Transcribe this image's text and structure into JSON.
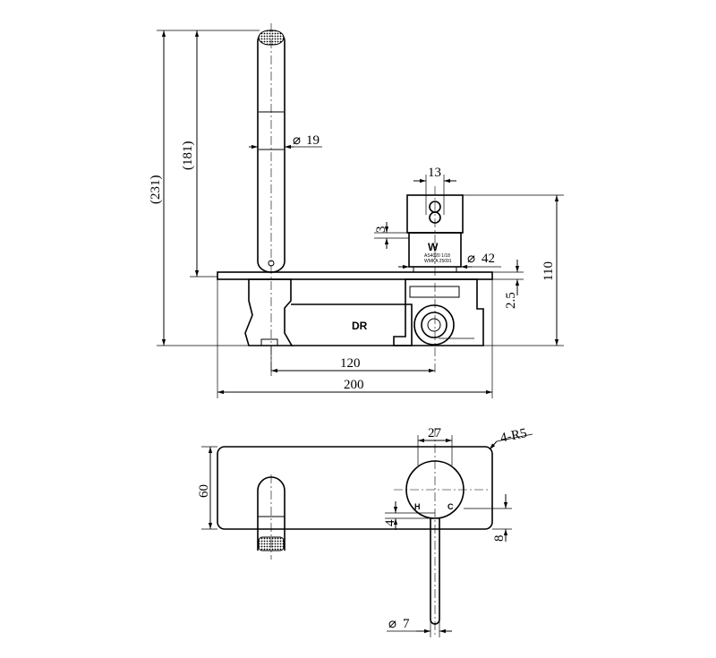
{
  "side_view": {
    "dims": {
      "overall_height": "(231)",
      "spout_height": "(181)",
      "spout_diameter": "19",
      "handle_width": "13",
      "offset_3": "3",
      "handle_diameter": "42",
      "plate_2_5": "2.5",
      "height_110": "110",
      "spacing_120": "120",
      "width_200": "200"
    },
    "labels": {
      "body_mark": "DR",
      "cert_line1": "AS4020 1/18",
      "cert_line2": "WMKA 25091",
      "watermark_letter": "W"
    }
  },
  "front_view": {
    "dims": {
      "handle_27": "27",
      "corner_radius": "4-R5",
      "plate_height": "60",
      "offset_4": "4",
      "offset_8": "8",
      "lever_diameter": "7"
    },
    "labels": {
      "hot": "H",
      "cold": "C"
    }
  },
  "symbols": {
    "diameter": "⌀"
  }
}
